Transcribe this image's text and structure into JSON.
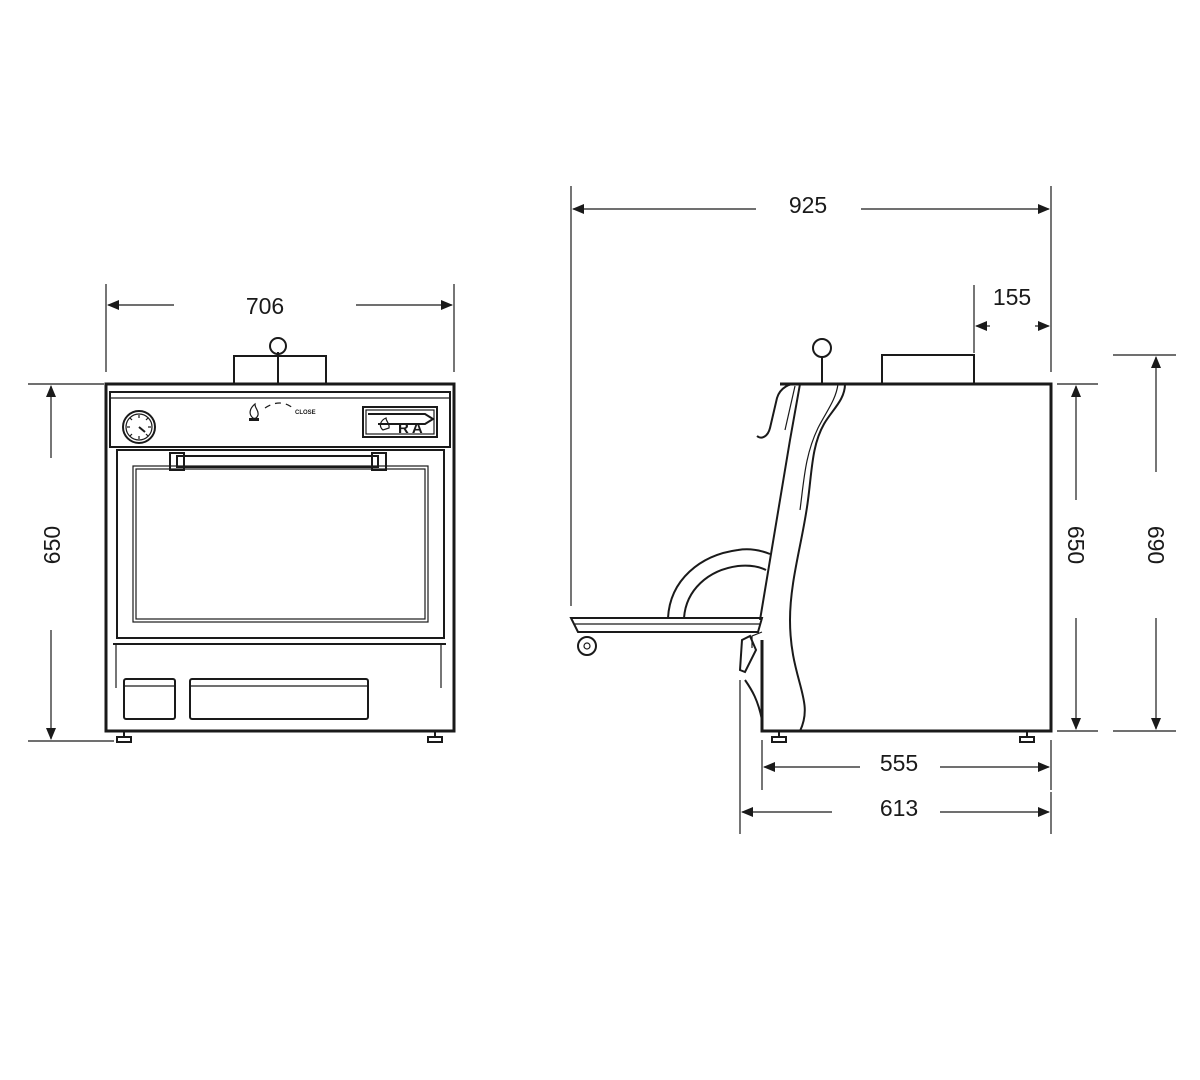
{
  "front_view": {
    "width_label": "706",
    "height_label": "650",
    "control_label": "CLOSE",
    "logo_text": "RA"
  },
  "side_view": {
    "total_depth_label": "925",
    "top_offset_label": "155",
    "body_height_label": "650",
    "total_height_label": "690",
    "body_depth_label": "555",
    "base_depth_label": "613"
  }
}
